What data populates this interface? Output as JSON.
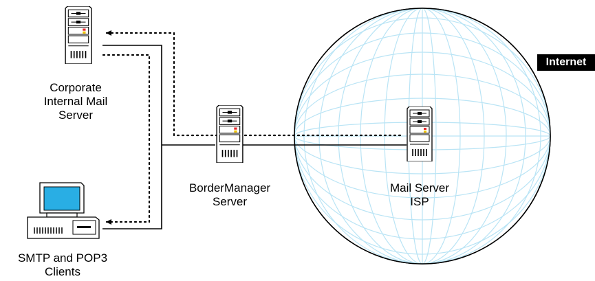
{
  "labels": {
    "internet": "Internet",
    "corporate_server": [
      "Corporate",
      "Internal Mail",
      "Server"
    ],
    "clients": [
      "SMTP and POP3",
      "Clients"
    ],
    "border_manager": [
      "BorderManager",
      "Server"
    ],
    "isp_server": [
      "Mail Server",
      "ISP"
    ]
  },
  "colors": {
    "globe_lines": "#b9e4f5",
    "globe_fill": "#ffffff",
    "monitor_screen": "#29aee4",
    "server_light": "#e8262b",
    "server_light_2": "#f3c300",
    "tag_background": "#000000",
    "tag_text": "#ffffff"
  },
  "icons": [
    "server-icon",
    "workstation-icon",
    "globe-icon"
  ]
}
